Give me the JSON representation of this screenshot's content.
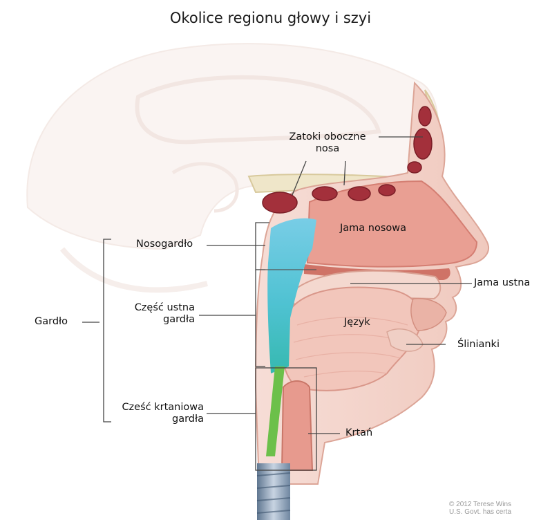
{
  "title": "Okolice regionu głowy i szyi",
  "labels": {
    "sinuses_line1": "Zatoki oboczne",
    "sinuses_line2": "nosa",
    "nasal_cavity": "Jama nosowa",
    "nasopharynx": "Nosogardło",
    "oral_cavity": "Jama ustna",
    "oropharynx_line1": "Część ustna",
    "oropharynx_line2": "gardła",
    "pharynx": "Gardło",
    "tongue": "Język",
    "salivary_glands": "Ślinianki",
    "hypopharynx_line1": "Cześć krtaniowa",
    "hypopharynx_line2": "gardła",
    "larynx": "Krtań"
  },
  "credit": {
    "line1": "© 2012 Terese Wins",
    "line2": "U.S. Govt. has certa"
  },
  "colors": {
    "skin": "#f2cfc6",
    "skin_edge": "#d99c8f",
    "nasal_cavity": "#e89a8f",
    "nasopharynx_blue": "#6fc6e0",
    "oropharynx_teal": "#3fbfb6",
    "hypopharynx_green": "#6cc04a",
    "sinus_red": "#a8313c",
    "brain_faint": "#f4e6e0",
    "trachea_blue": "#8aa0b8"
  }
}
